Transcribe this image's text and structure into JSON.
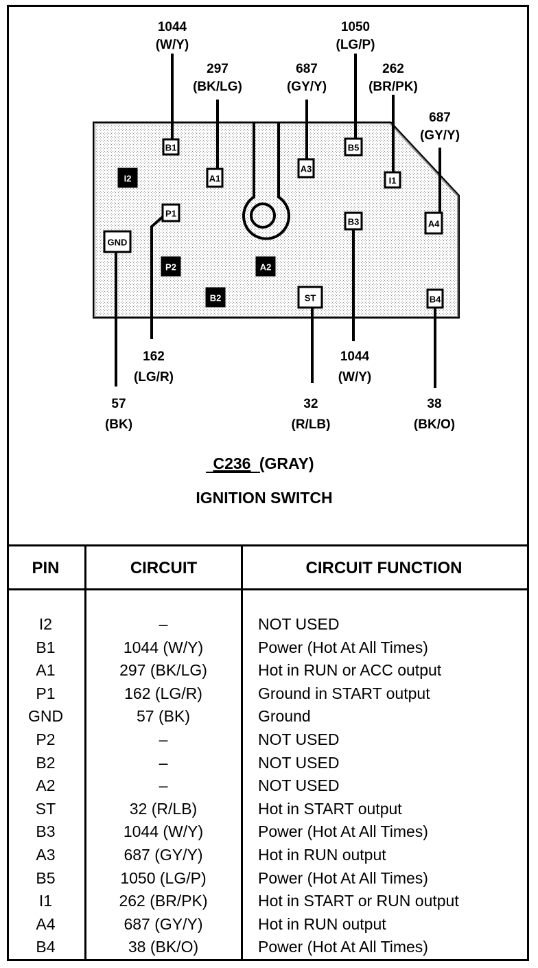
{
  "colors": {
    "ink": "#000000",
    "paper": "#ffffff",
    "connector_fill": "#e6e6e6"
  },
  "connector": {
    "id": "C236",
    "color_label": "(GRAY)",
    "component": "IGNITION SWITCH"
  },
  "wires_top": [
    {
      "pin": "B1",
      "circuit": "1044",
      "color": "(W/Y)"
    },
    {
      "pin": "A1",
      "circuit": "297",
      "color": "(BK/LG)"
    },
    {
      "pin": "A3",
      "circuit": "687",
      "color": "(GY/Y)"
    },
    {
      "pin": "B5",
      "circuit": "1050",
      "color": "(LG/P)"
    },
    {
      "pin": "I1",
      "circuit": "262",
      "color": "(BR/PK)"
    },
    {
      "pin": "A4",
      "circuit": "687",
      "color": "(GY/Y)"
    }
  ],
  "wires_bottom": [
    {
      "pin": "GND",
      "circuit": "57",
      "color": "(BK)"
    },
    {
      "pin": "P1",
      "circuit": "162",
      "color": "(LG/R)"
    },
    {
      "pin": "ST",
      "circuit": "32",
      "color": "(R/LB)"
    },
    {
      "pin": "B3",
      "circuit": "1044",
      "color": "(W/Y)"
    },
    {
      "pin": "B4",
      "circuit": "38",
      "color": "(BK/O)"
    }
  ],
  "cavities": [
    {
      "label": "B1",
      "state": "used"
    },
    {
      "label": "I2",
      "state": "unused"
    },
    {
      "label": "A1",
      "state": "used"
    },
    {
      "label": "P1",
      "state": "used"
    },
    {
      "label": "GND",
      "state": "used"
    },
    {
      "label": "P2",
      "state": "unused"
    },
    {
      "label": "B2",
      "state": "unused"
    },
    {
      "label": "A2",
      "state": "unused"
    },
    {
      "label": "A3",
      "state": "used"
    },
    {
      "label": "B5",
      "state": "used"
    },
    {
      "label": "I1",
      "state": "used"
    },
    {
      "label": "B3",
      "state": "used"
    },
    {
      "label": "A4",
      "state": "used"
    },
    {
      "label": "ST",
      "state": "used"
    },
    {
      "label": "B4",
      "state": "used"
    }
  ],
  "table": {
    "headers": [
      "PIN",
      "CIRCUIT",
      "CIRCUIT FUNCTION"
    ],
    "rows": [
      {
        "pin": "I2",
        "circuit": "–",
        "function": "NOT USED"
      },
      {
        "pin": "B1",
        "circuit": "1044 (W/Y)",
        "function": "Power (Hot At All Times)"
      },
      {
        "pin": "A1",
        "circuit": "297 (BK/LG)",
        "function": "Hot in RUN or ACC output"
      },
      {
        "pin": "P1",
        "circuit": "162 (LG/R)",
        "function": "Ground in START output"
      },
      {
        "pin": "GND",
        "circuit": "57 (BK)",
        "function": "Ground"
      },
      {
        "pin": "P2",
        "circuit": "–",
        "function": "NOT USED"
      },
      {
        "pin": "B2",
        "circuit": "–",
        "function": "NOT USED"
      },
      {
        "pin": "A2",
        "circuit": "–",
        "function": "NOT USED"
      },
      {
        "pin": "ST",
        "circuit": "32 (R/LB)",
        "function": "Hot in START output"
      },
      {
        "pin": "B3",
        "circuit": "1044 (W/Y)",
        "function": "Power (Hot At All Times)"
      },
      {
        "pin": "A3",
        "circuit": "687 (GY/Y)",
        "function": "Hot in RUN output"
      },
      {
        "pin": "B5",
        "circuit": "1050 (LG/P)",
        "function": "Power (Hot At All Times)"
      },
      {
        "pin": "I1",
        "circuit": "262 (BR/PK)",
        "function": "Hot in START or RUN output"
      },
      {
        "pin": "A4",
        "circuit": "687 (GY/Y)",
        "function": "Hot in RUN output"
      },
      {
        "pin": "B4",
        "circuit": "38 (BK/O)",
        "function": "Power (Hot At All Times)"
      }
    ]
  }
}
